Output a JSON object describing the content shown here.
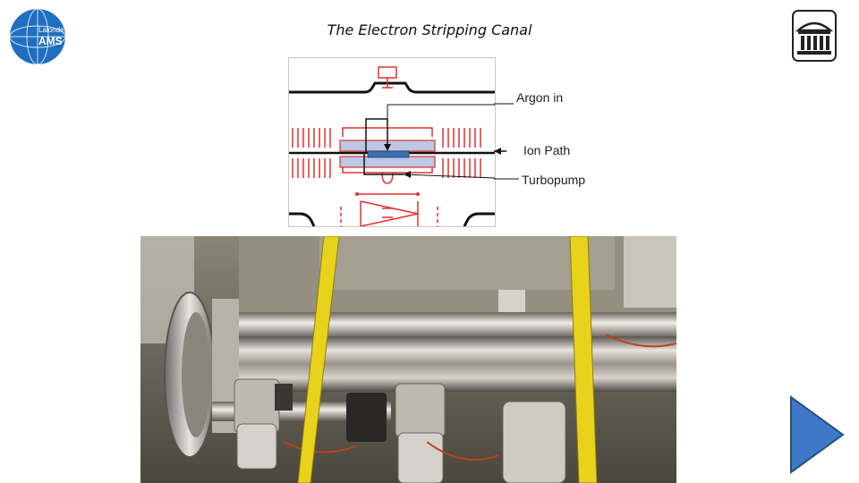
{
  "slide": {
    "title": "The Electron Stripping Canal",
    "logo_left_text": [
      "Lalonde",
      "AMS"
    ]
  },
  "diagram": {
    "labels": {
      "argon": "Argon in",
      "ion_path": "Ion Path",
      "turbopump": "Turbopump"
    }
  },
  "colors": {
    "logo_blue": "#1f6fc0",
    "diagram_red": "#e03030",
    "ion_blue": "#3a6fb0",
    "canal_fill": "#bcc8e6",
    "play_button": "#3e78c6"
  },
  "icons": {
    "left_logo": "lalonde-ams-globe-logo",
    "right_logo": "university-building-icon",
    "nav": "play-forward-icon"
  }
}
